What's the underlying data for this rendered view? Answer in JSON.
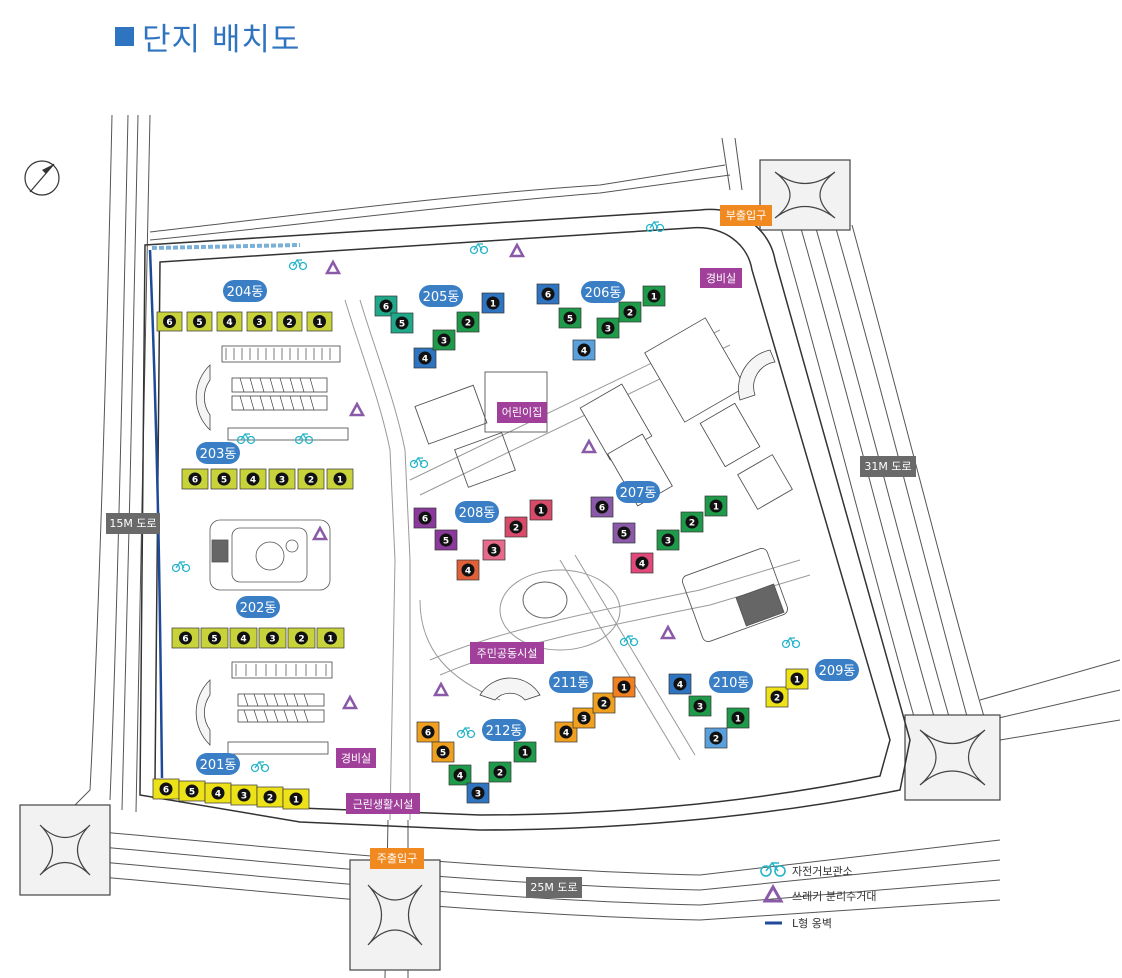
{
  "page": {
    "title": "단지 배치도",
    "accent": "#2f74c0"
  },
  "roads": [
    {
      "id": "road-15m",
      "label": "15M 도로"
    },
    {
      "id": "road-31m",
      "label": "31M 도로"
    },
    {
      "id": "road-25m",
      "label": "25M 도로"
    }
  ],
  "gates": [
    {
      "id": "gate-sub",
      "label": "부출입구"
    },
    {
      "id": "gate-main",
      "label": "주출입구"
    }
  ],
  "facilities": [
    {
      "id": "guard-ne",
      "label": "경비실"
    },
    {
      "id": "guard-sw",
      "label": "경비실"
    },
    {
      "id": "daycare",
      "label": "어린이집"
    },
    {
      "id": "community",
      "label": "주민공동시설"
    },
    {
      "id": "retail",
      "label": "근린생활시설"
    }
  ],
  "buildings": [
    {
      "id": "204",
      "label": "204동",
      "units": [
        "6",
        "5",
        "4",
        "3",
        "2",
        "1"
      ],
      "colors": [
        "#c8d23a",
        "#c8d23a",
        "#c8d23a",
        "#c8d23a",
        "#c8d23a",
        "#c8d23a"
      ]
    },
    {
      "id": "203",
      "label": "203동",
      "units": [
        "6",
        "5",
        "4",
        "3",
        "2",
        "1"
      ],
      "colors": [
        "#c8d23a",
        "#c8d23a",
        "#c8d23a",
        "#c8d23a",
        "#c8d23a",
        "#c8d23a"
      ]
    },
    {
      "id": "202",
      "label": "202동",
      "units": [
        "6",
        "5",
        "4",
        "3",
        "2",
        "1"
      ],
      "colors": [
        "#c8d23a",
        "#c8d23a",
        "#c8d23a",
        "#c8d23a",
        "#c8d23a",
        "#c8d23a"
      ]
    },
    {
      "id": "201",
      "label": "201동",
      "units": [
        "6",
        "5",
        "4",
        "3",
        "2",
        "1"
      ],
      "colors": [
        "#ede21a",
        "#ede21a",
        "#ede21a",
        "#ede21a",
        "#ede21a",
        "#ede21a"
      ]
    },
    {
      "id": "205",
      "label": "205동",
      "units": [
        "6",
        "5",
        "4",
        "3",
        "2",
        "1"
      ],
      "colors": [
        "#1fa88a",
        "#1fa88a",
        "#2f74c0",
        "#1f9a4a",
        "#1f9a4a",
        "#2f74c0"
      ]
    },
    {
      "id": "206",
      "label": "206동",
      "units": [
        "6",
        "5",
        "4",
        "3",
        "2",
        "1"
      ],
      "colors": [
        "#2f74c0",
        "#1f9a4a",
        "#5aa0dc",
        "#1f9a4a",
        "#1f9a4a",
        "#1f9a4a"
      ]
    },
    {
      "id": "207",
      "label": "207동",
      "units": [
        "6",
        "5",
        "4",
        "3",
        "2",
        "1"
      ],
      "colors": [
        "#8a5aa8",
        "#8a5aa8",
        "#e04a7a",
        "#1f9a4a",
        "#1f9a4a",
        "#1f9a4a"
      ]
    },
    {
      "id": "208",
      "label": "208동",
      "units": [
        "6",
        "5",
        "4",
        "3",
        "2",
        "1"
      ],
      "colors": [
        "#8a3a9a",
        "#8a3a9a",
        "#e0603a",
        "#e86a8a",
        "#d84a6a",
        "#d84a6a"
      ]
    },
    {
      "id": "209",
      "label": "209동",
      "units": [
        "2",
        "1"
      ],
      "colors": [
        "#ede21a",
        "#ede21a"
      ]
    },
    {
      "id": "210",
      "label": "210동",
      "units": [
        "4",
        "3",
        "2",
        "1"
      ],
      "colors": [
        "#2f74c0",
        "#1f9a4a",
        "#5aa0dc",
        "#1f9a4a"
      ]
    },
    {
      "id": "211",
      "label": "211동",
      "units": [
        "4",
        "3",
        "2",
        "1"
      ],
      "colors": [
        "#f0a020",
        "#f0a020",
        "#f0a020",
        "#f08020"
      ]
    },
    {
      "id": "212",
      "label": "212동",
      "units": [
        "6",
        "5",
        "4",
        "3",
        "2",
        "1"
      ],
      "colors": [
        "#f0a020",
        "#f0a020",
        "#1f9a4a",
        "#2f74c0",
        "#1f9a4a",
        "#1f9a4a"
      ]
    }
  ],
  "legend": [
    {
      "id": "bike",
      "icon": "bicycle-icon",
      "label": "자전거보관소",
      "color": "#27b5c9"
    },
    {
      "id": "recycle",
      "icon": "recycle-icon",
      "label": "쓰레기 분리수거대",
      "color": "#8a5aa8"
    },
    {
      "id": "wall",
      "icon": "retaining-wall-line",
      "label": "L형 옹벽",
      "color": "#1f4a9a"
    }
  ],
  "colors": {
    "building_label": "#3a7fc6",
    "facility": "#a0409a",
    "gate": "#f08a20",
    "road_label": "#6a6a6a"
  }
}
